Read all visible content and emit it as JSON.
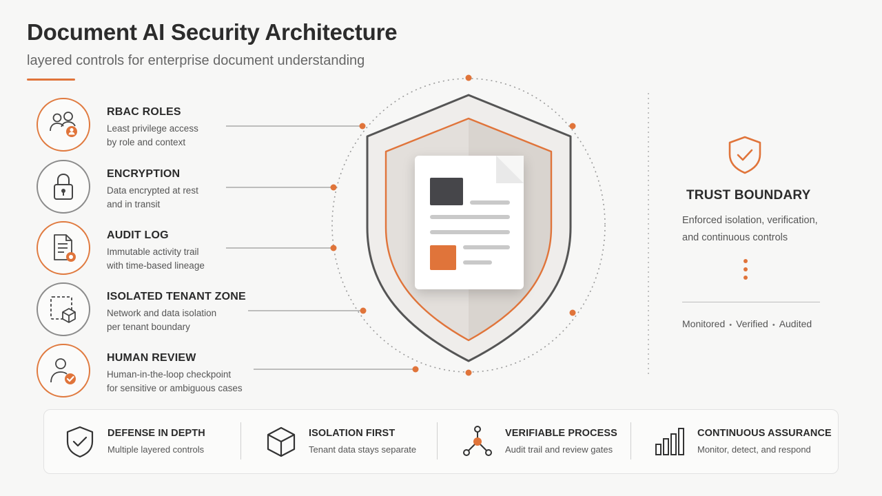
{
  "header": {
    "title": "Document AI Security Architecture",
    "subtitle": "layered controls for enterprise document understanding"
  },
  "controls": [
    {
      "title": "RBAC ROLES",
      "desc": [
        "Least privilege access",
        "by role and context"
      ],
      "icon": "users-icon"
    },
    {
      "title": "ENCRYPTION",
      "desc": [
        "Data encrypted at rest",
        "and in transit"
      ],
      "icon": "lock-icon"
    },
    {
      "title": "AUDIT LOG",
      "desc": [
        "Immutable activity trail",
        "with time-based lineage"
      ],
      "icon": "document-log-icon"
    },
    {
      "title": "ISOLATED TENANT ZONE",
      "desc": [
        "Network and data isolation",
        "per tenant boundary"
      ],
      "icon": "isolated-cube-icon"
    },
    {
      "title": "HUMAN REVIEW",
      "desc": [
        "Human-in-the-loop checkpoint",
        "for sensitive or ambiguous cases"
      ],
      "icon": "reviewer-check-icon"
    }
  ],
  "trust": {
    "title": "TRUST BOUNDARY",
    "desc": [
      "Enforced isolation, verification,",
      "and continuous controls"
    ],
    "tags": [
      "Monitored",
      "Verified",
      "Audited"
    ],
    "icon": "shield-check-icon"
  },
  "pillars": [
    {
      "title": "DEFENSE IN DEPTH",
      "desc": "Multiple layered controls",
      "icon": "shield-check-icon"
    },
    {
      "title": "ISOLATION FIRST",
      "desc": "Tenant data stays separate",
      "icon": "cube-icon"
    },
    {
      "title": "VERIFIABLE PROCESS",
      "desc": "Audit trail and review gates",
      "icon": "network-nodes-icon"
    },
    {
      "title": "CONTINUOUS ASSURANCE",
      "desc": "Monitor, detect, and respond",
      "icon": "bar-chart-icon"
    }
  ],
  "colors": {
    "accent": "#e0743a",
    "dark_block": "#46464a",
    "text": "#2b2b2b",
    "muted": "#555555"
  }
}
